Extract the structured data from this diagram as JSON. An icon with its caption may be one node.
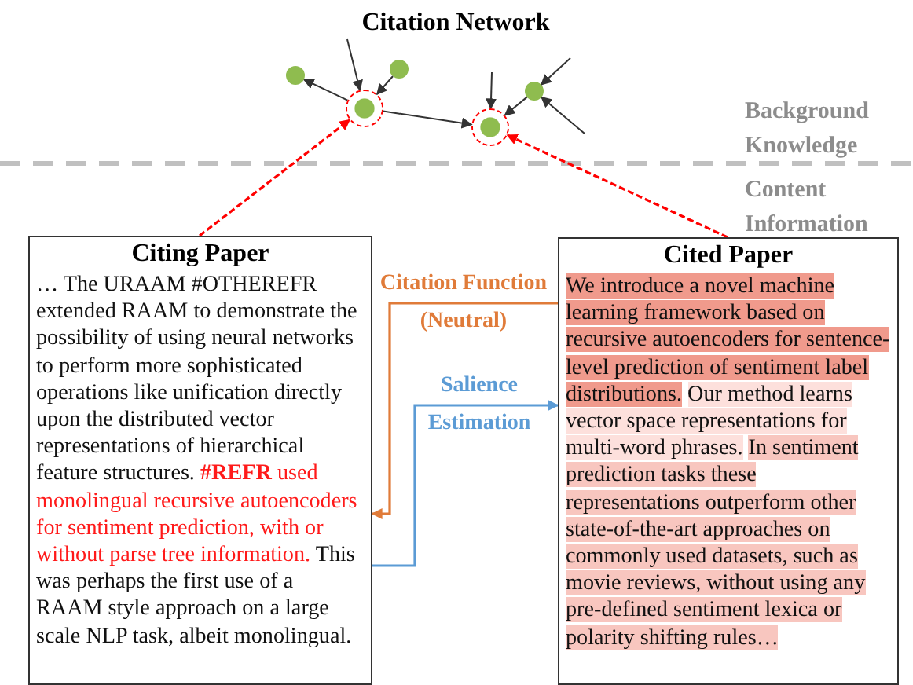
{
  "diagram": {
    "title": "Citation Network",
    "nodes": [
      {
        "text": [],
        "shape": "circle"
      },
      {
        "text": [],
        "shape": "circle"
      },
      {
        "text": [],
        "shape": "circle"
      },
      {
        "text": [],
        "shape": "circle"
      },
      {
        "text": [],
        "shape": "circle"
      },
      {
        "text": [
          "Citing Paper",
          "… The URAAM #OTHEREFR extended RAAM to demonstrate the possibility of using neural networks to perform more sophisticated operations like unification directly upon the distributed vector representations of hierarchical feature structures.",
          "**#REFR** used monolingual recursive autoencoders for sentiment prediction, with or without parse tree information.",
          "This was perhaps the first use of a RAAM style approach on a large scale NLP task, albeit monolingual."
        ]
      },
      {
        "text": [
          "Cited Paper",
          "We introduce a novel machine learning framework based on recursive autoencoders for sentence-level prediction of sentiment label distributions.",
          "Our method learns vector space representations for multi-word phrases.",
          "In sentiment prediction tasks these representations outperform other state-of-the-art approaches on commonly used datasets, such as movie reviews, without using any pre-defined sentiment lexica or polarity shifting rules…"
        ]
      }
    ],
    "edges": [
      {
        "from": 1,
        "to": 0,
        "arrow": "to"
      },
      {
        "from": 2,
        "to": 1,
        "arrow": "to"
      },
      {
        "from": null,
        "to": 1,
        "arrow": "to"
      },
      {
        "from": 1,
        "to": 3,
        "arrow": "to"
      },
      {
        "from": null,
        "to": 3,
        "arrow": "to"
      },
      {
        "from": 4,
        "to": 3,
        "arrow": "to"
      },
      {
        "from": null,
        "to": 4,
        "arrow": "to"
      },
      {
        "from": null,
        "to": 4,
        "arrow": "to"
      },
      {
        "from": 5,
        "to": 1,
        "arrow": "to",
        "style": "dashed",
        "color": "#ff0000"
      },
      {
        "from": 6,
        "to": 3,
        "arrow": "to",
        "style": "dashed",
        "color": "#ff0000"
      },
      {
        "from": 6,
        "to": 5,
        "arrow": "to",
        "label": "Citation Function (Neutral)",
        "color": "#e07b39"
      },
      {
        "from": 5,
        "to": 6,
        "arrow": "to",
        "label": "Salience Estimation",
        "color": "#5b9bd5"
      }
    ],
    "labels": [
      "Background Knowledge",
      "Content Information"
    ]
  }
}
